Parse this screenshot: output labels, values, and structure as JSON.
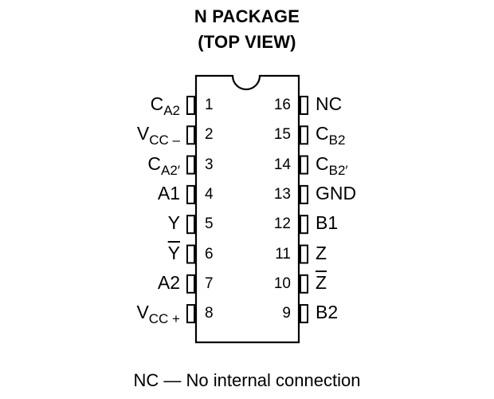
{
  "title": [
    "N PACKAGE",
    "(TOP VIEW)"
  ],
  "left_pins": [
    {
      "number": "1",
      "name": "C",
      "sub": "A2",
      "overline": false
    },
    {
      "number": "2",
      "name": "V",
      "sub": "CC –",
      "overline": false
    },
    {
      "number": "3",
      "name": "C",
      "sub": "A2′",
      "overline": false
    },
    {
      "number": "4",
      "name": "A1",
      "sub": "",
      "overline": false
    },
    {
      "number": "5",
      "name": "Y",
      "sub": "",
      "overline": false
    },
    {
      "number": "6",
      "name": "Y",
      "sub": "",
      "overline": true
    },
    {
      "number": "7",
      "name": "A2",
      "sub": "",
      "overline": false
    },
    {
      "number": "8",
      "name": "V",
      "sub": "CC +",
      "overline": false
    }
  ],
  "right_pins": [
    {
      "number": "16",
      "name": "NC",
      "sub": "",
      "overline": false
    },
    {
      "number": "15",
      "name": "C",
      "sub": "B2",
      "overline": false
    },
    {
      "number": "14",
      "name": "C",
      "sub": "B2′",
      "overline": false
    },
    {
      "number": "13",
      "name": "GND",
      "sub": "",
      "overline": false
    },
    {
      "number": "12",
      "name": "B1",
      "sub": "",
      "overline": false
    },
    {
      "number": "11",
      "name": "Z",
      "sub": "",
      "overline": false
    },
    {
      "number": "10",
      "name": "Z",
      "sub": "",
      "overline": true
    },
    {
      "number": "9",
      "name": "B2",
      "sub": "",
      "overline": false
    }
  ],
  "footnote": "NC — No internal connection"
}
